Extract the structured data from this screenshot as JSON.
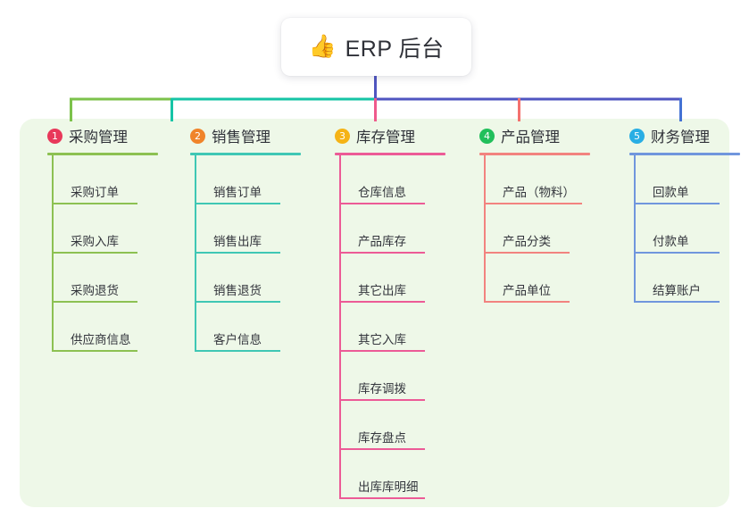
{
  "root": {
    "icon": "thumbs-up-icon",
    "icon_glyph": "👍",
    "title": "ERP 后台"
  },
  "panel": {
    "background": "#eef8e8"
  },
  "connector_colors": {
    "stem": "#4f55c0",
    "segment_1": "#7cc24b",
    "segment_2": "#16c4a6",
    "segment_3": "#4f55c0",
    "drop_1": "#7cc24b",
    "drop_2": "#16c4a6",
    "drop_3": "#ef5a8c",
    "drop_4": "#f4716e",
    "drop_5": "#4472d4"
  },
  "columns": [
    {
      "number": "1",
      "title": "采购管理",
      "badge_color": "#e8385a",
      "accent": "#8cc152",
      "items": [
        "采购订单",
        "采购入库",
        "采购退货",
        "供应商信息"
      ]
    },
    {
      "number": "2",
      "title": "销售管理",
      "badge_color": "#f0842a",
      "accent": "#3fc7b4",
      "items": [
        "销售订单",
        "销售出库",
        "销售退货",
        "客户信息"
      ]
    },
    {
      "number": "3",
      "title": "库存管理",
      "badge_color": "#f5b316",
      "accent": "#ec5b96",
      "items": [
        "仓库信息",
        "产品库存",
        "其它出库",
        "其它入库",
        "库存调拨",
        "库存盘点",
        "出库库明细"
      ]
    },
    {
      "number": "4",
      "title": "产品管理",
      "badge_color": "#21bf5b",
      "accent": "#f2837f",
      "items": [
        "产品（物料）",
        "产品分类",
        "产品单位"
      ]
    },
    {
      "number": "5",
      "title": "财务管理",
      "badge_color": "#29aee4",
      "accent": "#7096dd",
      "items": [
        "回款单",
        "付款单",
        "结算账户"
      ]
    }
  ]
}
